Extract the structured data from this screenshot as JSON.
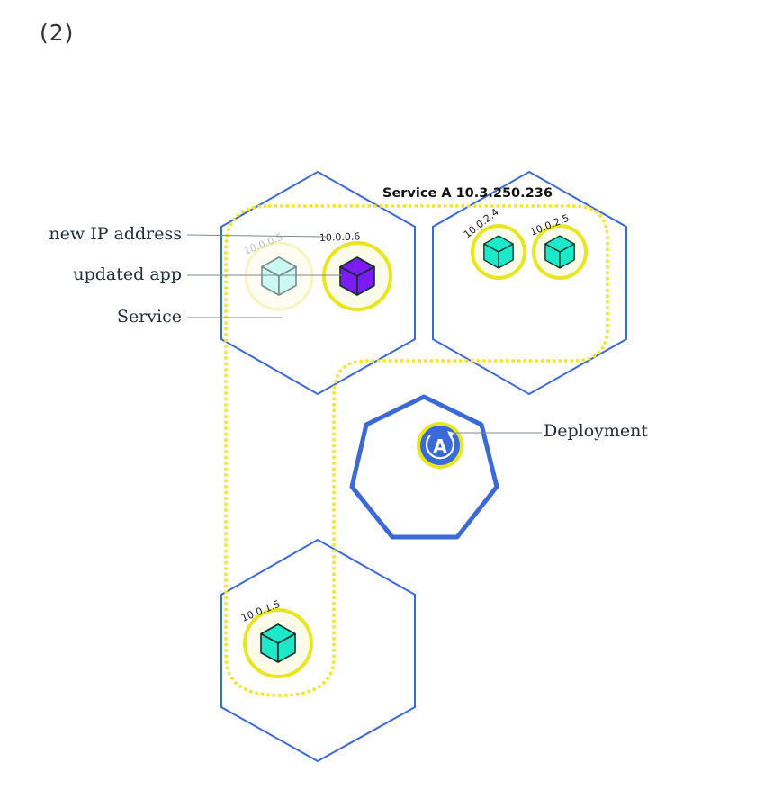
{
  "step_label": "(2)",
  "service": {
    "title": "Service A 10.3.250.236"
  },
  "callouts": {
    "new_ip_address": "new IP address",
    "updated_app": "updated app",
    "service": "Service",
    "deployment": "Deployment"
  },
  "pods": {
    "old_pod_ip": "10.0.0.5",
    "new_pod_ip": "10.0.0.6",
    "pod_b1_ip": "10.0.2.4",
    "pod_b2_ip": "10.0.2.5",
    "pod_c1_ip": "10.0.1.5"
  },
  "deployment_icon_letter": "A",
  "icons": {
    "pod": "cube-icon",
    "deployment": "deployment-rotate-icon"
  },
  "colors": {
    "node_border": "#3b6ad6",
    "service_boundary": "#f2e52a",
    "pod_ring": "#e8e61e",
    "pod_cube": "#1de8c8",
    "updated_pod_cube": "#7b1cf2",
    "deployment": "#3b6ad6"
  }
}
